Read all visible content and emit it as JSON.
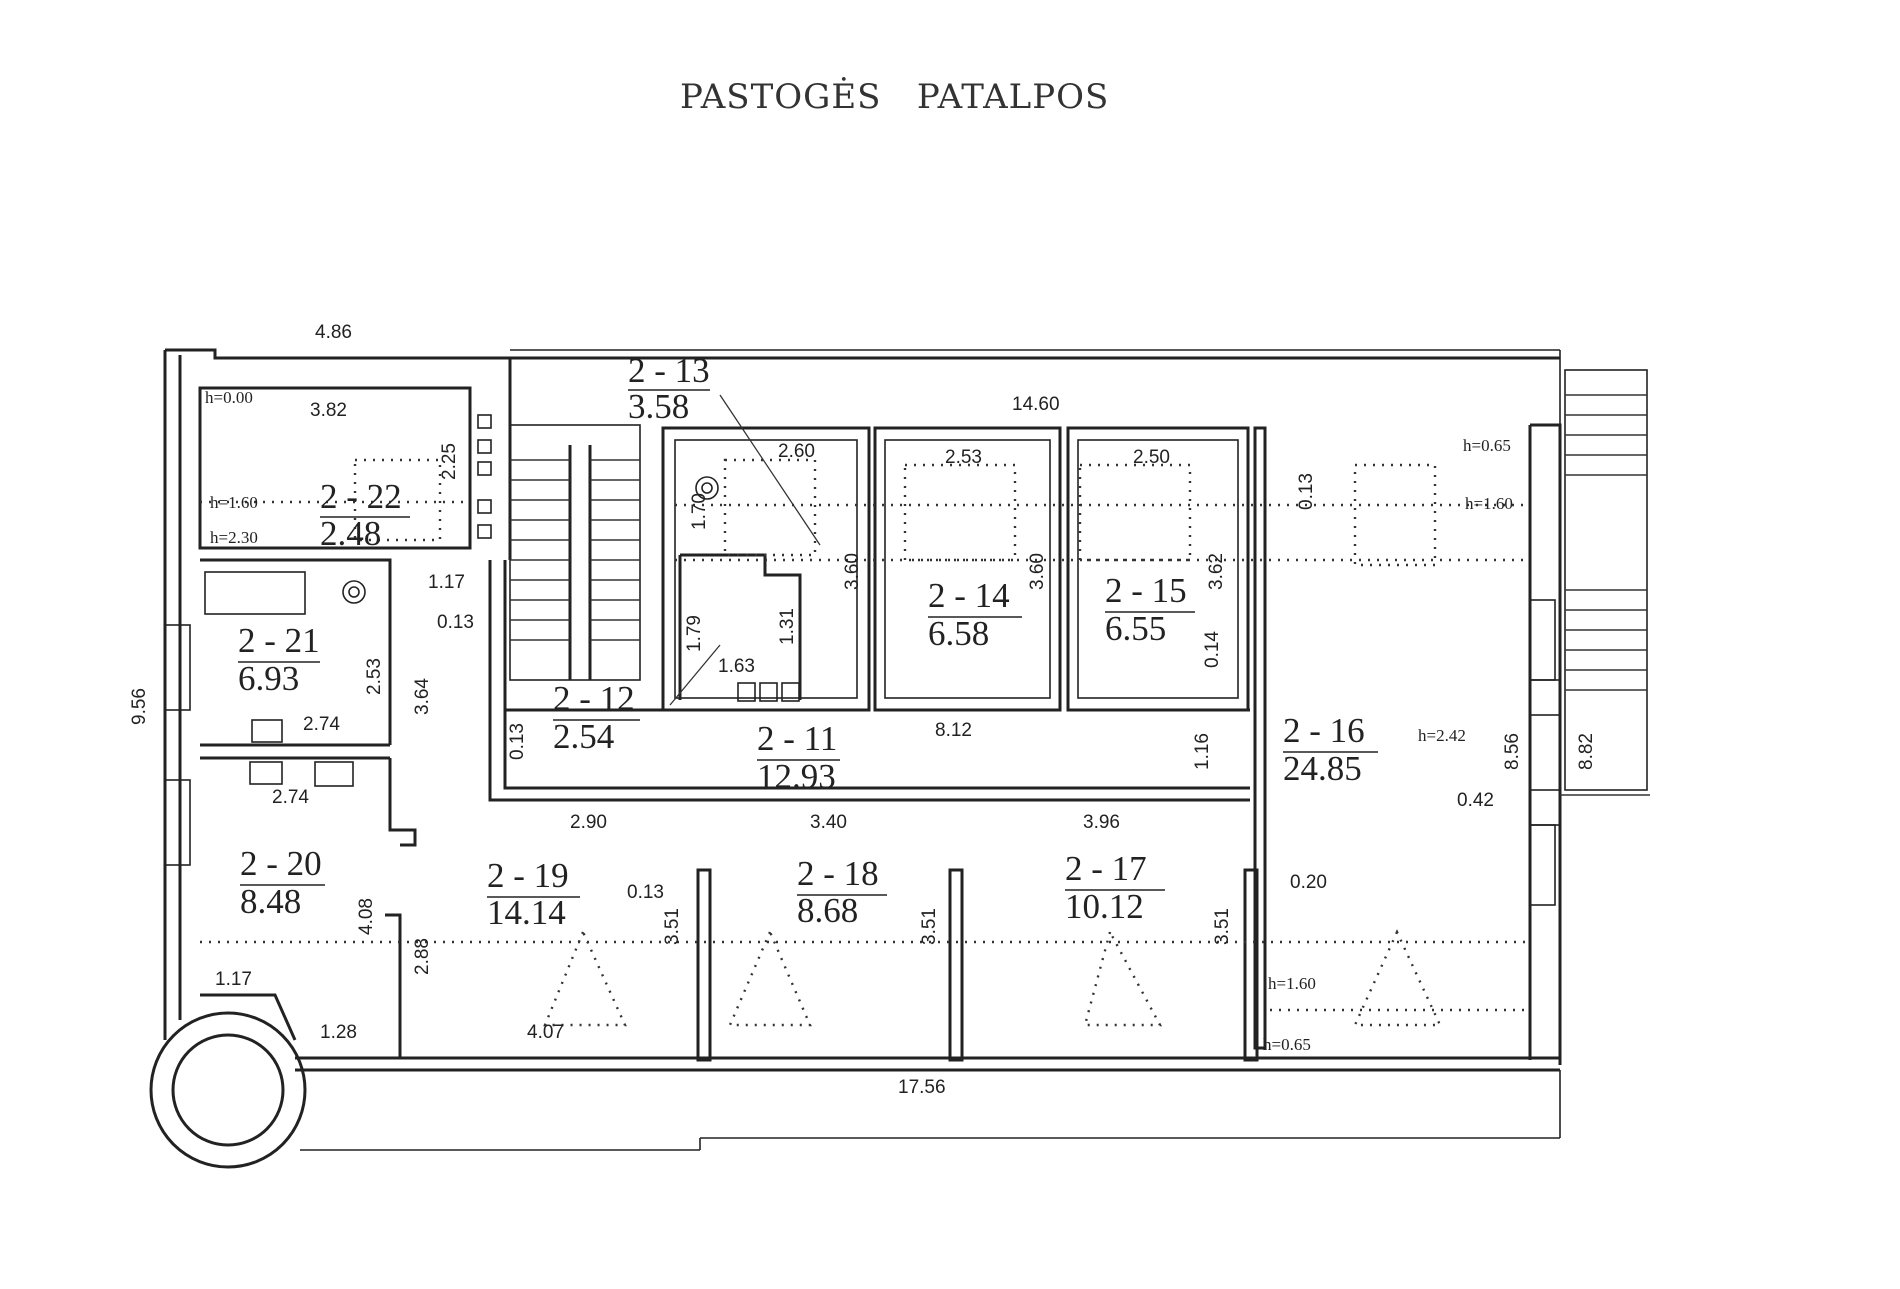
{
  "title": "PASTOGĖS   PATALPOS",
  "rooms": {
    "r22": {
      "num": "2 - 22",
      "area": "2.48"
    },
    "r21": {
      "num": "2 - 21",
      "area": "6.93"
    },
    "r20": {
      "num": "2 - 20",
      "area": "8.48"
    },
    "r19": {
      "num": "2 - 19",
      "area": "14.14"
    },
    "r18": {
      "num": "2 - 18",
      "area": "8.68"
    },
    "r17": {
      "num": "2 - 17",
      "area": "10.12"
    },
    "r16": {
      "num": "2 - 16",
      "area": "24.85"
    },
    "r15": {
      "num": "2 - 15",
      "area": "6.55"
    },
    "r14": {
      "num": "2 - 14",
      "area": "6.58"
    },
    "r13": {
      "num": "2 - 13",
      "area": "3.58"
    },
    "r12": {
      "num": "2 - 12",
      "area": "2.54"
    },
    "r11": {
      "num": "2 - 11",
      "area": "12.93"
    }
  },
  "dims": {
    "d486": "4.86",
    "d382": "3.82",
    "d225": "2.25",
    "d117a": "1.17",
    "d013a": "0.13",
    "d253": "2.53",
    "d364": "3.64",
    "d274a": "2.74",
    "d274b": "2.74",
    "d956": "9.56",
    "d408": "4.08",
    "d288": "2.88",
    "d117b": "1.17",
    "d128": "1.28",
    "d407": "4.07",
    "d013b": "0.13",
    "d351a": "3.51",
    "d351b": "3.51",
    "d351c": "3.51",
    "d290": "2.90",
    "d340": "3.40",
    "d396": "3.96",
    "d020": "0.20",
    "d013c": "0.13",
    "d1460": "14.60",
    "d260": "2.60",
    "d170": "1.70",
    "d360a": "3.60",
    "d179": "1.79",
    "d131": "1.31",
    "d163": "1.63",
    "d253b": "2.53",
    "d360b": "3.60",
    "d250": "2.50",
    "d362": "3.62",
    "d014": "0.14",
    "d812": "8.12",
    "d116": "1.16",
    "d013d": "0.13",
    "d856": "8.56",
    "d882": "8.82",
    "d042": "0.42",
    "d1756": "17.56"
  },
  "heights": {
    "h000": "h=0.00",
    "h160a": "h=1.60",
    "h230": "h=2.30",
    "h065a": "h=0.65",
    "h160b": "h=1.60",
    "h242": "h=2.42",
    "h160c": "h=1.60",
    "h065b": "h=0.65"
  }
}
